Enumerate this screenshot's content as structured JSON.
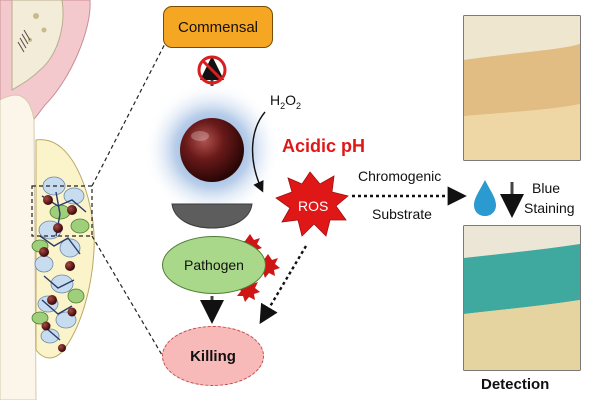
{
  "commensal_label": "Commensal",
  "h2o2": {
    "h": "H",
    "sub2a": "2",
    "o": "O",
    "sub2b": "2"
  },
  "acidic_ph_label": "Acidic pH",
  "ros_label": "ROS",
  "chromogenic_label": "Chromogenic",
  "substrate_label": "Substrate",
  "pathogen_label": "Pathogen",
  "killing_label": "Killing",
  "blue_label": "Blue",
  "staining_label": "Staining",
  "detection_label": "Detection",
  "colors": {
    "commensal": "#f5a623",
    "pathogen": "#a9d88b",
    "killing": "#f8b9b9",
    "ros": "#e01717",
    "acidic_ph": "#e01717",
    "nanoparticle": "#6b1a1a",
    "halo": "#3f78c4",
    "blue_stain": "#2fa8a0",
    "droplet": "#2b9ad1"
  },
  "icons": [
    "no-entry-icon",
    "water-drop-icon",
    "tooth-icon",
    "nanoparticle-icon",
    "spike-icon"
  ]
}
